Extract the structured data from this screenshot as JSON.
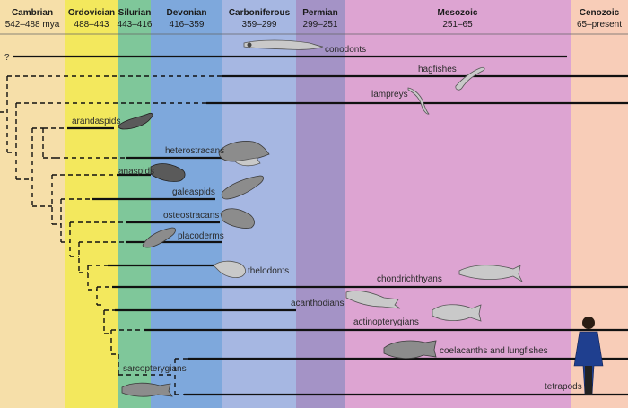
{
  "periods": [
    {
      "name": "Cambrian",
      "dates": "542–488 mya",
      "color": "#f6dfa9"
    },
    {
      "name": "Ordovician",
      "dates": "488–443",
      "color": "#f3e85d"
    },
    {
      "name": "Silurian",
      "dates": "443–416",
      "color": "#7fc79a"
    },
    {
      "name": "Devonian",
      "dates": "416–359",
      "color": "#7ea8dc"
    },
    {
      "name": "Carboniferous",
      "dates": "359–299",
      "color": "#a6b7e2"
    },
    {
      "name": "Permian",
      "dates": "299–251",
      "color": "#a493c6"
    },
    {
      "name": "Mesozoic",
      "dates": "251–65",
      "color": "#dda4d2"
    },
    {
      "name": "Cenozoic",
      "dates": "65–present",
      "color": "#f8cdb8"
    }
  ],
  "unknown_marker": "?",
  "taxa": [
    {
      "name": "conodonts"
    },
    {
      "name": "hagfishes"
    },
    {
      "name": "lampreys"
    },
    {
      "name": "arandaspids"
    },
    {
      "name": "heterostracans"
    },
    {
      "name": "anaspids"
    },
    {
      "name": "galeaspids"
    },
    {
      "name": "osteostracans"
    },
    {
      "name": "placoderms"
    },
    {
      "name": "thelodonts"
    },
    {
      "name": "chondrichthyans"
    },
    {
      "name": "acanthodians"
    },
    {
      "name": "actinopterygians"
    },
    {
      "name": "coelacanths and lungfishes"
    },
    {
      "name": "sarcopterygians"
    },
    {
      "name": "tetrapods"
    }
  ]
}
